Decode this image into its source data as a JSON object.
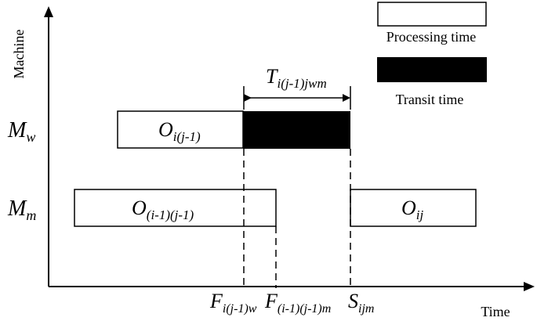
{
  "axes": {
    "y_label": "Machine",
    "x_label": "Time"
  },
  "legend": {
    "processing_label": "Processing time",
    "transit_label": "Transit time"
  },
  "machines": {
    "w": {
      "main": "M",
      "sub": "w"
    },
    "m": {
      "main": "M",
      "sub": "m"
    }
  },
  "operations": {
    "o_i_jm1": {
      "main": "O",
      "sub": "i(j-1)"
    },
    "o_im1_jm1": {
      "main": "O",
      "sub": "(i-1)(j-1)"
    },
    "o_ij": {
      "main": "O",
      "sub": "ij"
    }
  },
  "transit": {
    "main": "T",
    "sub": "i(j-1)jwm"
  },
  "time_marks": {
    "f_w": {
      "main": "F",
      "sub": "i(j-1)w"
    },
    "f_m": {
      "main": "F",
      "sub": "(i-1)(j-1)m"
    },
    "s": {
      "main": "S",
      "sub": "ijm"
    }
  },
  "colors": {
    "stroke": "#000000",
    "transit_fill": "#000000",
    "processing_fill": "#ffffff"
  }
}
